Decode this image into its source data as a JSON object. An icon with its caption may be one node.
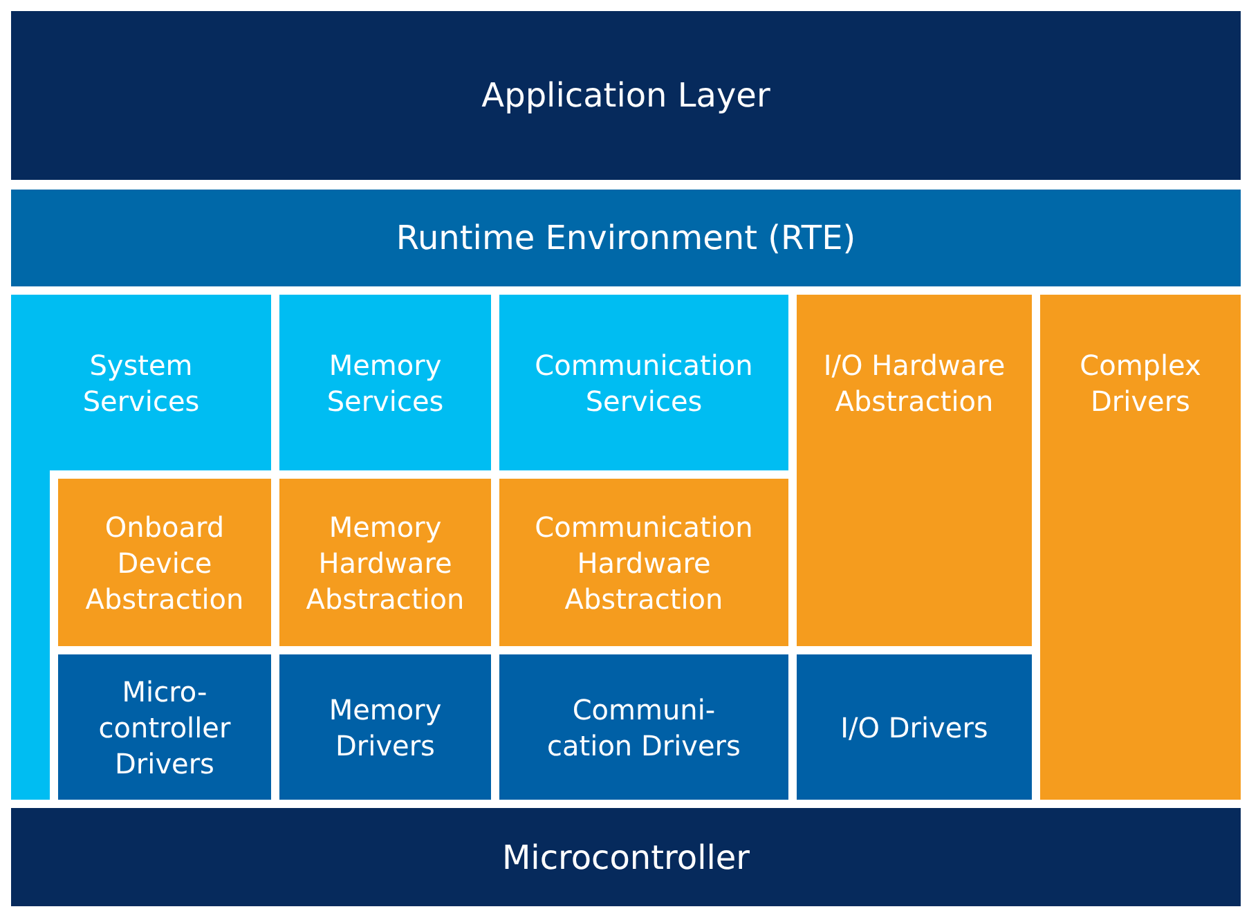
{
  "diagram": {
    "nodes": [
      {
        "text": [
          "Application Layer"
        ]
      },
      {
        "text": [
          "Runtime Environment (RTE)"
        ]
      },
      {
        "text": [
          "System Services"
        ]
      },
      {
        "text": [
          "Memory Services"
        ]
      },
      {
        "text": [
          "Communication Services"
        ]
      },
      {
        "text": [
          "I/O Hardware Abstraction"
        ]
      },
      {
        "text": [
          "Complex Drivers"
        ]
      },
      {
        "text": [
          "Onboard Device Abstraction"
        ]
      },
      {
        "text": [
          "Memory Hardware Abstraction"
        ]
      },
      {
        "text": [
          "Communication Hardware Abstraction"
        ]
      },
      {
        "text": [
          "Micro-controller Drivers"
        ]
      },
      {
        "text": [
          "Memory Drivers"
        ]
      },
      {
        "text": [
          "Communi-cation Drivers"
        ]
      },
      {
        "text": [
          "I/O Drivers"
        ]
      },
      {
        "text": [
          "Microcontroller"
        ]
      }
    ]
  }
}
